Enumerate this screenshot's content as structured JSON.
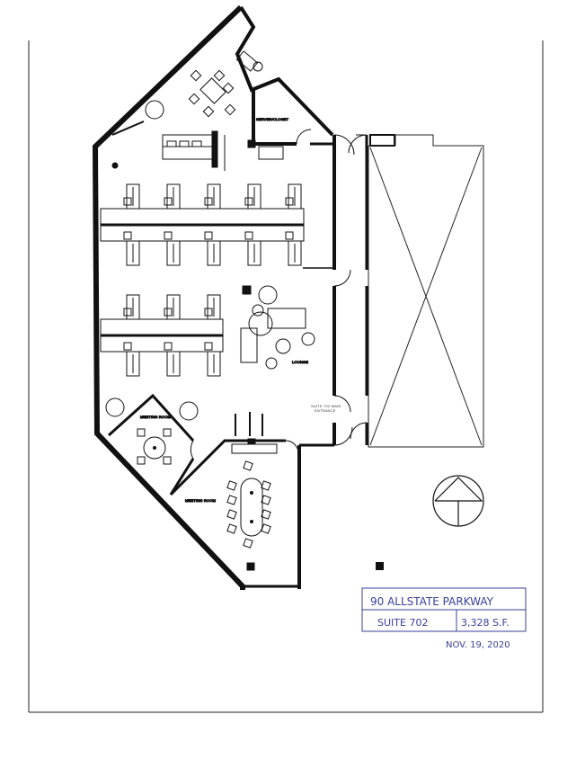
{
  "floorplan": {
    "rooms": {
      "server_closet": "SERVER/CLOSET",
      "lounge": "LOUNGE",
      "meeting_room_small": "MEETING ROOM",
      "meeting_room_large": "MEETING ROOM",
      "main_entrance_line1": "SUITE 702 MAIN",
      "main_entrance_line2": "ENTRANCE"
    },
    "north_arrow_icon": "north-arrow-icon"
  },
  "title_block": {
    "address": "90 ALLSTATE PARKWAY",
    "suite": "SUITE 702",
    "area": "3,328 S.F.",
    "date": "NOV. 19, 2020",
    "ink_color": "#3a3f9a"
  }
}
